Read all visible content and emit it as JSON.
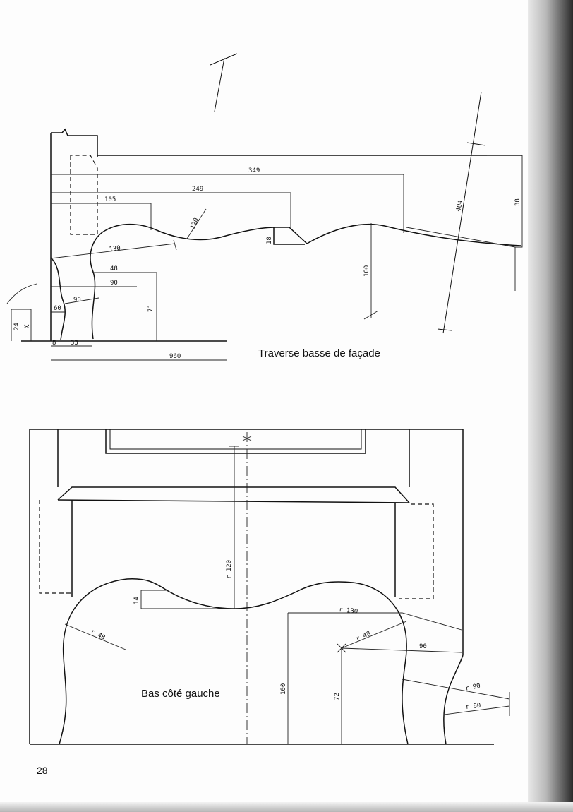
{
  "page_number": "28",
  "figures": [
    {
      "caption": "Traverse basse de façade",
      "dimensions": [
        "349",
        "249",
        "105",
        "120",
        "130",
        "48",
        "90",
        "60",
        "90",
        "24",
        "X",
        "8",
        "33",
        "960",
        "71",
        "100",
        "18",
        "404",
        "38"
      ]
    },
    {
      "caption": "Bas côté gauche",
      "dimensions": [
        "r 120",
        "14",
        "r 48",
        "r 130",
        "r 48",
        "90",
        "100",
        "72",
        "r 90",
        "r 60"
      ]
    }
  ]
}
